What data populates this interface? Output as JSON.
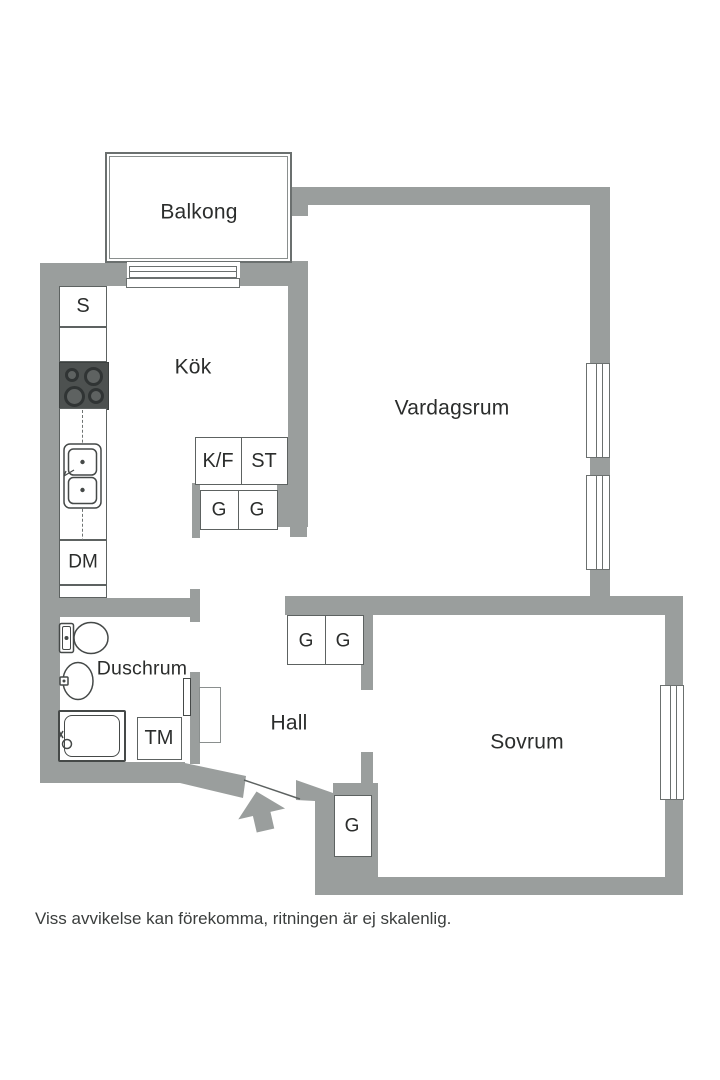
{
  "plan": {
    "type": "apartment floor plan",
    "disclaimer": "Viss avvikelse kan förekomma, ritningen är ej skalenlig.",
    "rooms": {
      "balcony": "Balkong",
      "kitchen": "Kök",
      "living_room": "Vardagsrum",
      "shower_room": "Duschrum",
      "hall": "Hall",
      "bedroom": "Sovrum"
    },
    "fixtures": {
      "closet_s": "S",
      "fridge_freezer": "K/F",
      "tall_cabinet": "ST",
      "kitchen_cab_g1": "G",
      "kitchen_cab_g2": "G",
      "dishwasher": "DM",
      "washing_machine": "TM",
      "hall_cab_g1": "G",
      "hall_cab_g2": "G",
      "entry_cab_g": "G"
    },
    "symbols": [
      "toilet-icon",
      "washbasin-icon",
      "shower-icon",
      "stove-icon",
      "kitchen-sink-icon",
      "entrance-arrow-icon",
      "window-icon",
      "balcony-door-icon"
    ],
    "colors": {
      "wall": "#9a9e9d",
      "outline": "#5d6261",
      "stove": "#4d5150",
      "text": "#2b2d2c"
    }
  }
}
